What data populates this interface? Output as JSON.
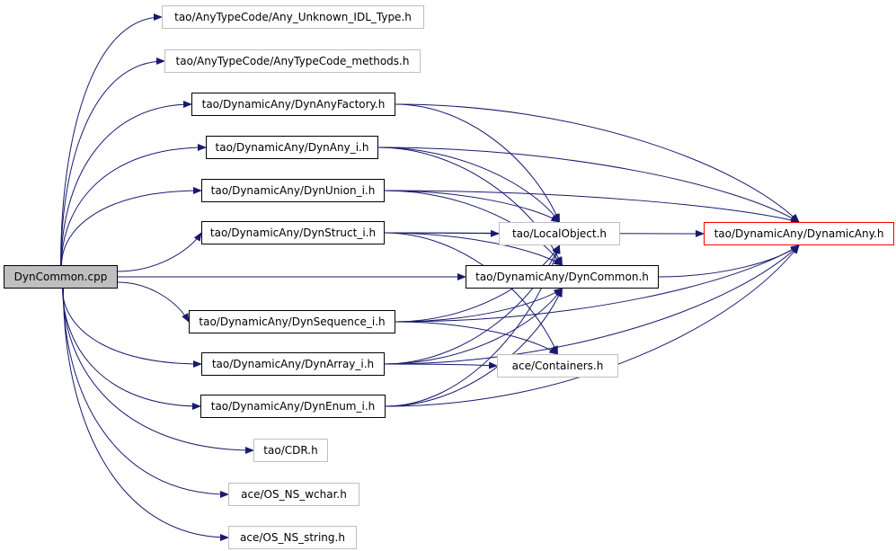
{
  "nodes": [
    {
      "id": "root",
      "label": "DynCommon.cpp",
      "style": "root"
    },
    {
      "id": "any_unknown",
      "label": "tao/AnyTypeCode/Any_Unknown_IDL_Type.h",
      "style": "ext"
    },
    {
      "id": "anytypecode_methods",
      "label": "tao/AnyTypeCode/AnyTypeCode_methods.h",
      "style": "ext"
    },
    {
      "id": "dynanyfactory",
      "label": "tao/DynamicAny/DynAnyFactory.h",
      "style": "normal"
    },
    {
      "id": "dynany_i",
      "label": "tao/DynamicAny/DynAny_i.h",
      "style": "normal"
    },
    {
      "id": "dynunion_i",
      "label": "tao/DynamicAny/DynUnion_i.h",
      "style": "normal"
    },
    {
      "id": "dynstruct_i",
      "label": "tao/DynamicAny/DynStruct_i.h",
      "style": "normal"
    },
    {
      "id": "dynsequence_i",
      "label": "tao/DynamicAny/DynSequence_i.h",
      "style": "normal"
    },
    {
      "id": "dynarray_i",
      "label": "tao/DynamicAny/DynArray_i.h",
      "style": "normal"
    },
    {
      "id": "dynenum_i",
      "label": "tao/DynamicAny/DynEnum_i.h",
      "style": "normal"
    },
    {
      "id": "cdr",
      "label": "tao/CDR.h",
      "style": "ext"
    },
    {
      "id": "os_ns_wchar",
      "label": "ace/OS_NS_wchar.h",
      "style": "ext"
    },
    {
      "id": "os_ns_string",
      "label": "ace/OS_NS_string.h",
      "style": "ext"
    },
    {
      "id": "localobject",
      "label": "tao/LocalObject.h",
      "style": "ext"
    },
    {
      "id": "dyncommon_h",
      "label": "tao/DynamicAny/DynCommon.h",
      "style": "normal"
    },
    {
      "id": "containers",
      "label": "ace/Containers.h",
      "style": "ext"
    },
    {
      "id": "dynamicany",
      "label": "tao/DynamicAny/DynamicAny.h",
      "style": "red"
    }
  ],
  "edges": [
    [
      "root",
      "any_unknown"
    ],
    [
      "root",
      "anytypecode_methods"
    ],
    [
      "root",
      "dynanyfactory"
    ],
    [
      "root",
      "dynany_i"
    ],
    [
      "root",
      "dynunion_i"
    ],
    [
      "root",
      "dynstruct_i"
    ],
    [
      "root",
      "dyncommon_h"
    ],
    [
      "root",
      "dynsequence_i"
    ],
    [
      "root",
      "dynarray_i"
    ],
    [
      "root",
      "dynenum_i"
    ],
    [
      "root",
      "cdr"
    ],
    [
      "root",
      "os_ns_wchar"
    ],
    [
      "root",
      "os_ns_string"
    ],
    [
      "dynanyfactory",
      "localobject"
    ],
    [
      "dynanyfactory",
      "dynamicany"
    ],
    [
      "dynany_i",
      "localobject"
    ],
    [
      "dynany_i",
      "dyncommon_h"
    ],
    [
      "dynany_i",
      "dynamicany"
    ],
    [
      "dynunion_i",
      "dyncommon_h"
    ],
    [
      "dynunion_i",
      "localobject"
    ],
    [
      "dynunion_i",
      "dynamicany"
    ],
    [
      "dynstruct_i",
      "localobject"
    ],
    [
      "dynstruct_i",
      "dyncommon_h"
    ],
    [
      "dynstruct_i",
      "containers"
    ],
    [
      "dynstruct_i",
      "dynamicany"
    ],
    [
      "dynsequence_i",
      "localobject"
    ],
    [
      "dynsequence_i",
      "dyncommon_h"
    ],
    [
      "dynsequence_i",
      "containers"
    ],
    [
      "dynsequence_i",
      "dynamicany"
    ],
    [
      "dynarray_i",
      "localobject"
    ],
    [
      "dynarray_i",
      "dyncommon_h"
    ],
    [
      "dynarray_i",
      "containers"
    ],
    [
      "dynarray_i",
      "dynamicany"
    ],
    [
      "dynenum_i",
      "localobject"
    ],
    [
      "dynenum_i",
      "dyncommon_h"
    ],
    [
      "dynenum_i",
      "dynamicany"
    ],
    [
      "dyncommon_h",
      "dynamicany"
    ]
  ]
}
